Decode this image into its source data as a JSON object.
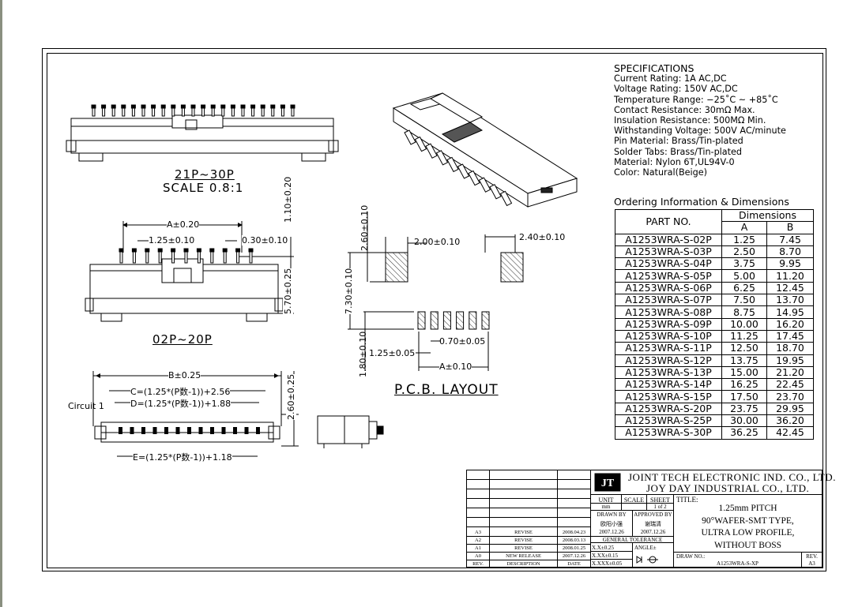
{
  "views": {
    "top_label": "21P~30P",
    "top_scale": "SCALE 0.8:1",
    "mid_label": "02P~20P",
    "pcb_label": "P.C.B. LAYOUT"
  },
  "dimensions": {
    "a": "A±0.20",
    "pitch": "1.25±0.10",
    "pin_w": "0.30±0.10",
    "h1": "1.10±0.20",
    "h2": "5.70±0.25",
    "b": "B±0.25",
    "c": "C=(1.25*(P数-1))+2.56",
    "d": "D=(1.25*(P数-1))+1.88",
    "e": "E=(1.25*(P数-1))+1.18",
    "circuit": "Circuit 1",
    "h3": "2.60±0.25",
    "pcb_pad_h": "2.60±0.10",
    "pcb_pad_w": "2.00±0.10",
    "pcb_pad_w2": "2.40±0.10",
    "pcb_total": "7.30±0.10",
    "pcb_pin_w": "0.70±0.05",
    "pcb_pitch": "1.25±0.05",
    "pcb_pin_h": "1.80±0.10",
    "pcb_a": "A±0.10"
  },
  "specifications": {
    "heading": "SPECIFICATIONS",
    "lines": [
      "Current Rating: 1A AC,DC",
      "Voltage Rating: 150V AC,DC",
      "Temperature Range: −25˚C ~ +85˚C",
      "Contact Resistance: 30mΩ Max.",
      "Insulation Resistance: 500MΩ Min.",
      "Withstanding Voltage: 500V AC/minute",
      "Pin Material: Brass/Tin-plated",
      "Solder Tabs: Brass/Tin-plated",
      "Material: Nylon 6T,UL94V-0",
      "Color: Natural(Beige)"
    ]
  },
  "ordering": {
    "title": "Ordering Information & Dimensions",
    "col_part": "PART NO.",
    "col_dims": "Dimensions",
    "col_a": "A",
    "col_b": "B",
    "rows": [
      [
        "A1253WRA-S-02P",
        "1.25",
        "7.45"
      ],
      [
        "A1253WRA-S-03P",
        "2.50",
        "8.70"
      ],
      [
        "A1253WRA-S-04P",
        "3.75",
        "9.95"
      ],
      [
        "A1253WRA-S-05P",
        "5.00",
        "11.20"
      ],
      [
        "A1253WRA-S-06P",
        "6.25",
        "12.45"
      ],
      [
        "A1253WRA-S-07P",
        "7.50",
        "13.70"
      ],
      [
        "A1253WRA-S-08P",
        "8.75",
        "14.95"
      ],
      [
        "A1253WRA-S-09P",
        "10.00",
        "16.20"
      ],
      [
        "A1253WRA-S-10P",
        "11.25",
        "17.45"
      ],
      [
        "A1253WRA-S-11P",
        "12.50",
        "18.70"
      ],
      [
        "A1253WRA-S-12P",
        "13.75",
        "19.95"
      ],
      [
        "A1253WRA-S-13P",
        "15.00",
        "21.20"
      ],
      [
        "A1253WRA-S-14P",
        "16.25",
        "22.45"
      ],
      [
        "A1253WRA-S-15P",
        "17.50",
        "23.70"
      ],
      [
        "A1253WRA-S-20P",
        "23.75",
        "29.95"
      ],
      [
        "A1253WRA-S-25P",
        "30.00",
        "36.20"
      ],
      [
        "A1253WRA-S-30P",
        "36.25",
        "42.45"
      ]
    ]
  },
  "title_block": {
    "logo": "JT",
    "company1": "JOINT TECH ELECTRONIC IND. CO., LTD.",
    "company2": "JOY DAY INDUSTRIAL CO., LTD.",
    "unit_label": "UNIT",
    "scale_label": "SCALE",
    "sheet_label": "SHEET",
    "unit_value": "mm",
    "sheet_value": "1 of 2",
    "title_label": "TITLE:",
    "title_lines": [
      "1.25mm PITCH",
      "90°WAFER-SMT TYPE,",
      "ULTRA LOW PROFILE,",
      "WITHOUT BOSS"
    ],
    "drawn_by_label": "DRAWN BY",
    "approved_by_label": "APPROVED BY",
    "drawn_by": "欧阳小强",
    "approved_by": "谢瑞清",
    "drawn_date": "2007.12.26",
    "approved_date": "2007.12.26",
    "tolerance_label": "GENERAL TOLERANCE",
    "tol1": "X.X±0.25",
    "tol2": "X.XX±0.15",
    "tol3": "X.XXX±0.05",
    "angle": "ANGLE±",
    "draw_no_label": "DRAW NO.:",
    "draw_no": "A1253WRA-S-XP",
    "rev_label": "REV.",
    "rev_value": "A3",
    "revisions": [
      {
        "rev": "A3",
        "desc": "REVISE",
        "date": "2008.04.23"
      },
      {
        "rev": "A2",
        "desc": "REVISE",
        "date": "2008.03.13"
      },
      {
        "rev": "A1",
        "desc": "REVISE",
        "date": "2008.01.25"
      },
      {
        "rev": "A0",
        "desc": "NEW RELEASE",
        "date": "2007.12.26"
      }
    ],
    "rev_head": "REV.",
    "desc_head": "DESCRIPTION",
    "date_head": "DATE"
  }
}
